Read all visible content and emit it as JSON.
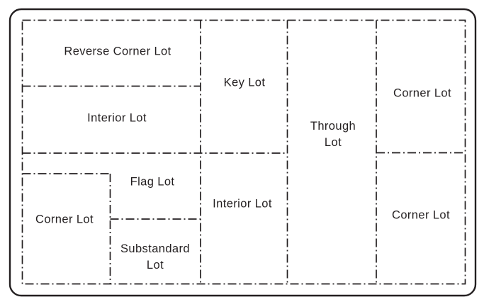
{
  "diagram": {
    "background_color": "#ffffff",
    "line_color": "#231f20",
    "text_color": "#231f20",
    "lots": [
      {
        "id": "reverse-corner-lot",
        "label": "Reverse Corner Lot"
      },
      {
        "id": "interior-lot-upper-left",
        "label": "Interior Lot"
      },
      {
        "id": "key-lot",
        "label": "Key Lot"
      },
      {
        "id": "through-lot",
        "label": "Through Lot"
      },
      {
        "id": "corner-lot-upper-right",
        "label": "Corner Lot"
      },
      {
        "id": "corner-lot-lower-left",
        "label": "Corner Lot"
      },
      {
        "id": "flag-lot",
        "label": "Flag Lot"
      },
      {
        "id": "substandard-lot",
        "label": "Substandard Lot"
      },
      {
        "id": "interior-lot-lower-middle",
        "label": "Interior Lot"
      },
      {
        "id": "corner-lot-lower-right",
        "label": "Corner Lot"
      }
    ]
  }
}
